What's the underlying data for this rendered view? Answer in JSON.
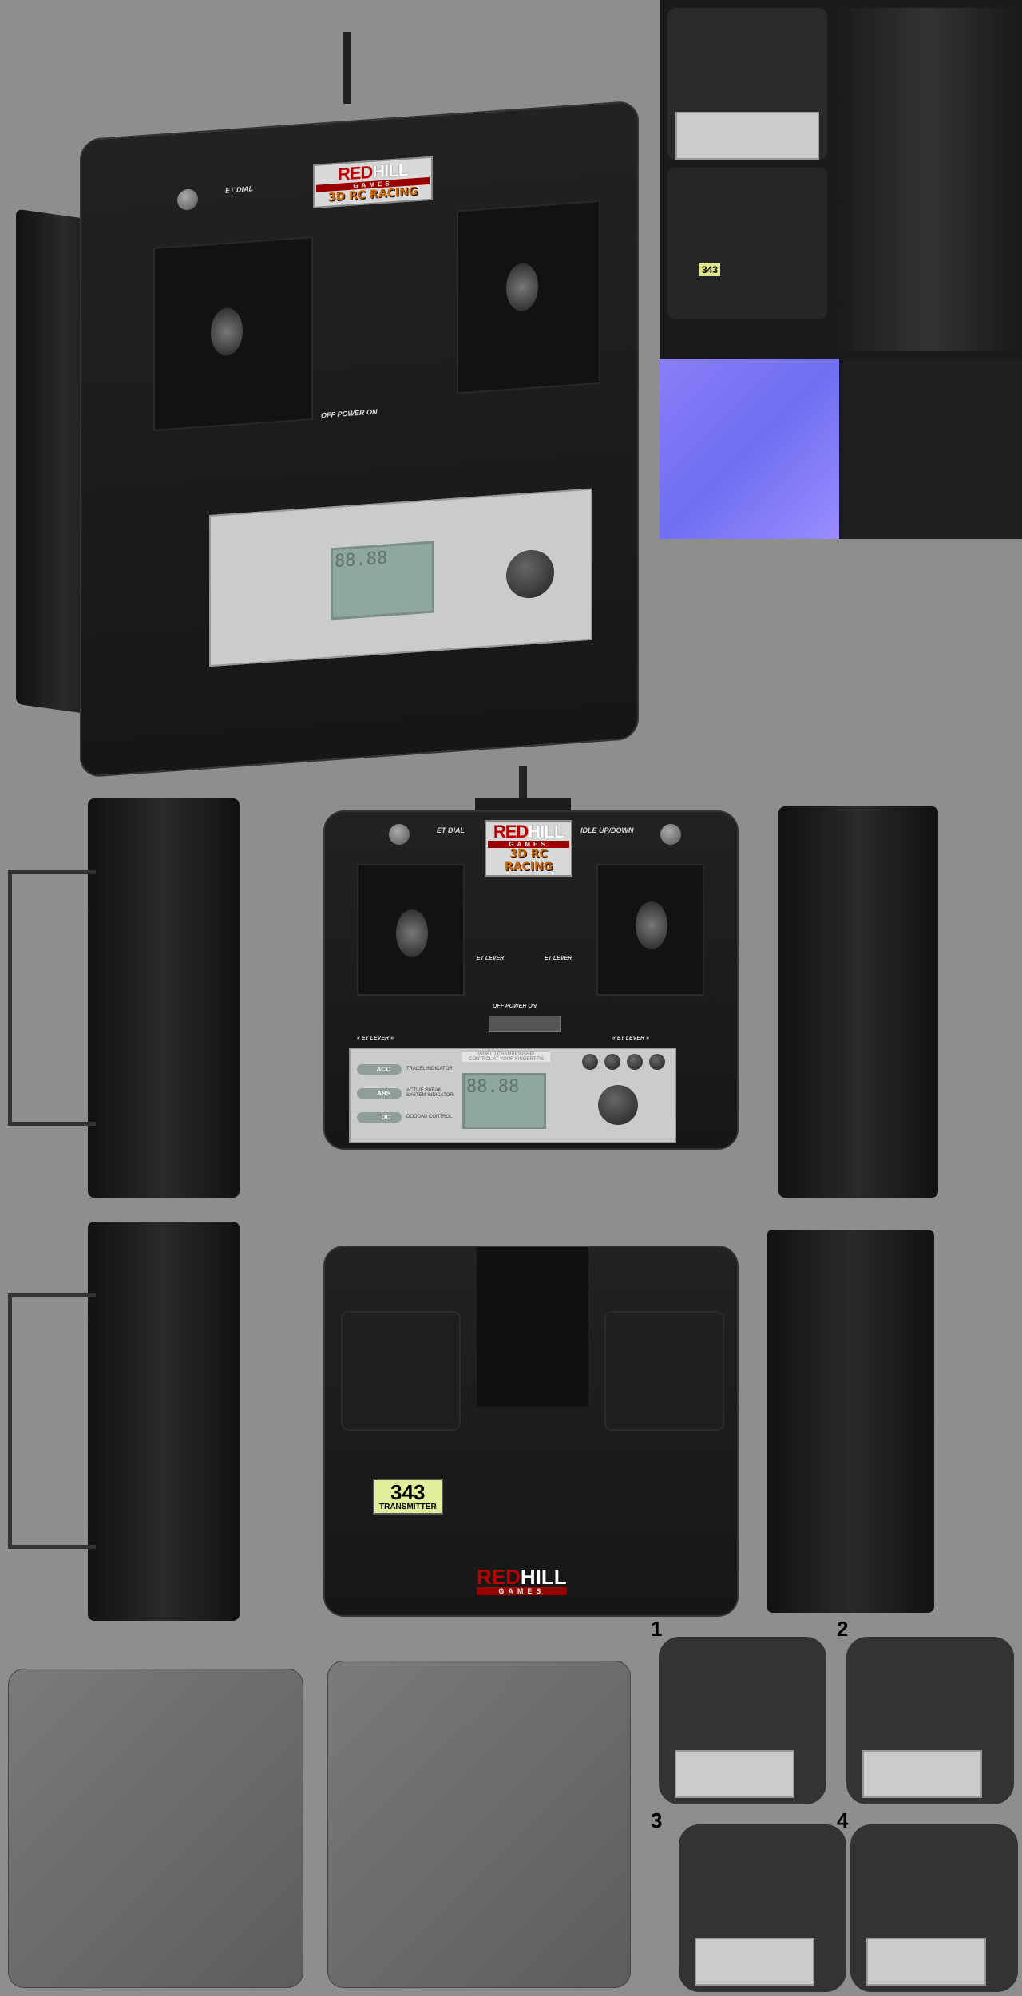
{
  "logo": {
    "red": "RED",
    "hill": "HILL",
    "games": "GAMES",
    "subtitle": "3D RC RACING"
  },
  "front": {
    "et_dial": "ET DIAL",
    "idle": "IDLE UP/DOWN",
    "et_lever": "ET LEVER",
    "power": "OFF  POWER  ON",
    "lever_arrows": "« ET LEVER »",
    "banner": "WORLD CHAMPIONSHIP",
    "banner_sub": "CONTROL AT YOUR FINGERTIPS",
    "indicators": [
      {
        "label": "ACC",
        "desc": "TRACEL INDICATOR"
      },
      {
        "label": "ABS",
        "desc": "ACTIVE BREAK SYSTEM INDICATOR"
      },
      {
        "label": "DC",
        "desc": "DOODAD CONTROL"
      }
    ],
    "lcd": "88.88"
  },
  "back": {
    "badge_number": "343",
    "badge_label": "TRANSMITTER"
  },
  "variants": [
    "1",
    "2",
    "3",
    "4"
  ],
  "colors": {
    "background": "#8e8e8e",
    "body": "#1a1a1a",
    "accent": "#b00000",
    "panel": "#c9cccb"
  }
}
